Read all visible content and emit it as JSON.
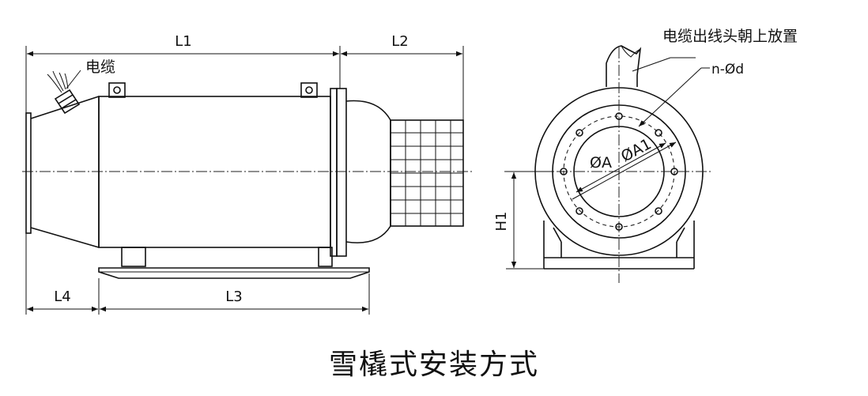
{
  "labels": {
    "L1": "L1",
    "L2": "L2",
    "L3": "L3",
    "L4": "L4",
    "H1": "H1",
    "cable": "电缆",
    "cable_outlet_note": "电缆出线头朝上放置",
    "holes": "n-Ød",
    "dia_A": "ØA",
    "dia_A1": "ØA1"
  },
  "caption": "雪橇式安装方式"
}
